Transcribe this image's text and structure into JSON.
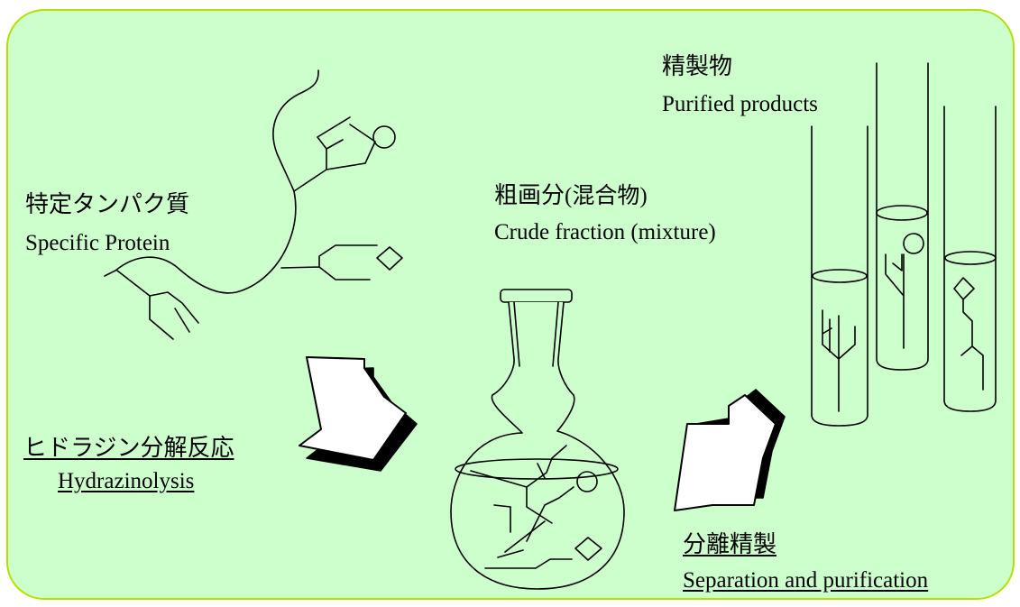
{
  "protein": {
    "jp": "特定タンパク質",
    "en": "Specific Protein"
  },
  "reaction": {
    "jp": "ヒドラジン分解反応",
    "en": "Hydrazinolysis"
  },
  "crude": {
    "jp": "粗画分",
    "jp_paren": "(混合物)",
    "en": "Crude fraction (mixture)"
  },
  "purified": {
    "jp": "精製物",
    "en": "Purified products"
  },
  "separation": {
    "jp": "分離精製",
    "en": "Separation and purification"
  },
  "colors": {
    "background": "#ccffcc",
    "border": "#b3e000",
    "line": "#000000",
    "arrow_fill": "#ffffff",
    "arrow_shadow": "#000000"
  }
}
